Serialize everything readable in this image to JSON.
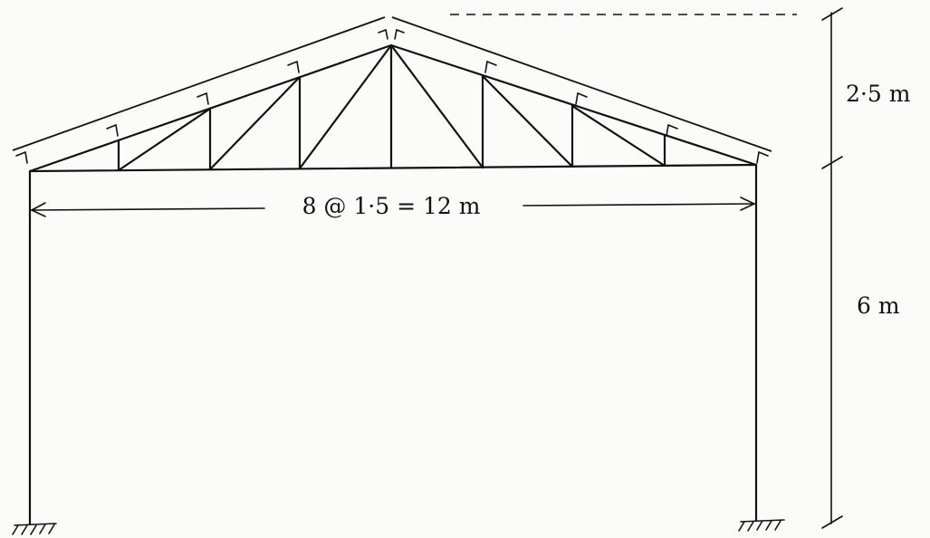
{
  "labels": {
    "span": "8 @ 1·5 = 12 m",
    "rise": "2·5 m",
    "column_height": "6 m"
  },
  "colors": {
    "line": "#111111",
    "background": "#fbfbf9"
  }
}
